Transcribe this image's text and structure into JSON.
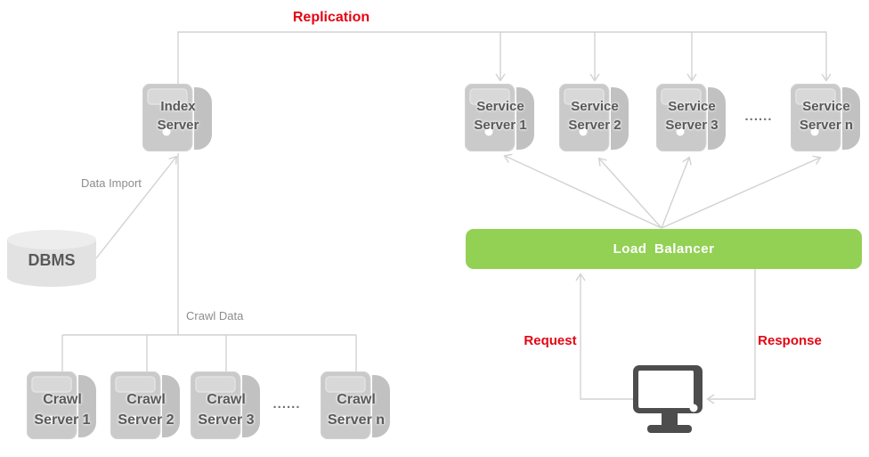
{
  "colors": {
    "connector": "#d2d2d2",
    "red_label": "#e30613",
    "gray_label": "#8c8c8c",
    "node_text": "#595959",
    "load_balancer_green": "#93d155",
    "load_balancer_text": "#ffffff",
    "server_icon_gray": "#c9c9c9",
    "dbms_fill": "#e2e2e2",
    "monitor_dark": "#4d4d4d"
  },
  "icons": {
    "server_icon": "3d-server-tower",
    "database_icon": "cylinder-database",
    "client_icon": "desktop-monitor"
  },
  "nodes": {
    "index_server": {
      "line1": "Index",
      "line2": "Server"
    },
    "dbms": {
      "label": "DBMS"
    },
    "load_balancer": {
      "label": "Load Balancer"
    },
    "service_servers": [
      {
        "line1": "Service",
        "line2": "Server 1"
      },
      {
        "line1": "Service",
        "line2": "Server 2"
      },
      {
        "line1": "Service",
        "line2": "Server 3"
      },
      {
        "line1": "Service",
        "line2": "Server n"
      }
    ],
    "service_ellipsis": "......",
    "crawl_servers": [
      {
        "line1": "Crawl",
        "line2": "Server 1"
      },
      {
        "line1": "Crawl",
        "line2": "Server 2"
      },
      {
        "line1": "Crawl",
        "line2": "Server 3"
      },
      {
        "line1": "Crawl",
        "line2": "Server n"
      }
    ],
    "crawl_ellipsis": "......"
  },
  "edge_labels": {
    "replication": "Replication",
    "data_import": "Data Import",
    "crawl_data": "Crawl Data",
    "request": "Request",
    "response": "Response"
  }
}
